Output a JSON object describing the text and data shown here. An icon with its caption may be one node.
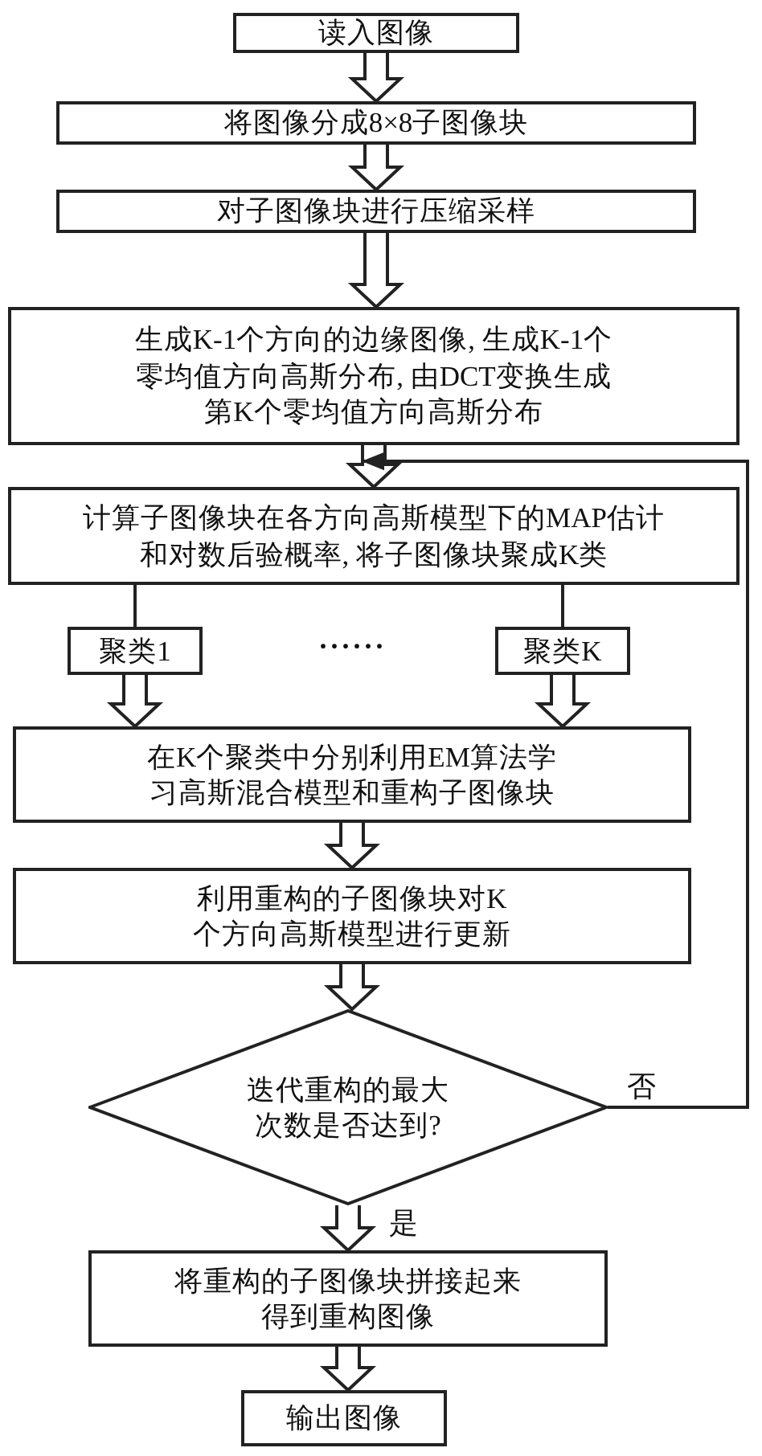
{
  "diagram": {
    "nodes": [
      {
        "text": [
          "读入图像"
        ]
      },
      {
        "text": [
          "将图像分成8×8子图像块"
        ]
      },
      {
        "text": [
          "对子图像块进行压缩采样"
        ]
      },
      {
        "text": [
          "生成K-1个方向的边缘图像, 生成K-1个零均值方向高斯分布, 由DCT变换生成第K个零均值方向高斯分布"
        ]
      },
      {
        "text": [
          "计算子图像块在各方向高斯模型下的MAP估计和对数后验概率, 将子图像块聚成K类"
        ]
      },
      {
        "text": [
          "聚类1"
        ]
      },
      {
        "text": [
          "聚类K"
        ]
      },
      {
        "text": [
          "在K个聚类中分别利用EM算法学习高斯混合模型和重构子图像块"
        ]
      },
      {
        "text": [
          "利用重构的子图像块对K个方向高斯模型进行更新"
        ]
      },
      {
        "text": [
          "迭代重构的最大次数是否达到?"
        ]
      },
      {
        "text": [
          "将重构的子图像块拼接起来得到重构图像"
        ]
      },
      {
        "text": [
          "输出图像"
        ]
      }
    ],
    "edges": [
      {
        "from": 0,
        "to": 1,
        "arrow": "to"
      },
      {
        "from": 1,
        "to": 2,
        "arrow": "to"
      },
      {
        "from": 2,
        "to": 3,
        "arrow": "to"
      },
      {
        "from": 3,
        "to": 4,
        "arrow": "to"
      },
      {
        "from": 4,
        "to": 5,
        "arrow": "none"
      },
      {
        "from": 4,
        "to": 6,
        "arrow": "none"
      },
      {
        "from": 5,
        "to": 7,
        "arrow": "to"
      },
      {
        "from": 6,
        "to": 7,
        "arrow": "to"
      },
      {
        "from": 7,
        "to": 8,
        "arrow": "to"
      },
      {
        "from": 8,
        "to": 9,
        "arrow": "to"
      },
      {
        "from": 9,
        "to": 10,
        "arrow": "to",
        "label": "是"
      },
      {
        "from": 10,
        "to": 11,
        "arrow": "to"
      },
      {
        "from": 9,
        "to": 4,
        "arrow": "to",
        "label": "否"
      }
    ],
    "labels": [
      "······"
    ]
  }
}
